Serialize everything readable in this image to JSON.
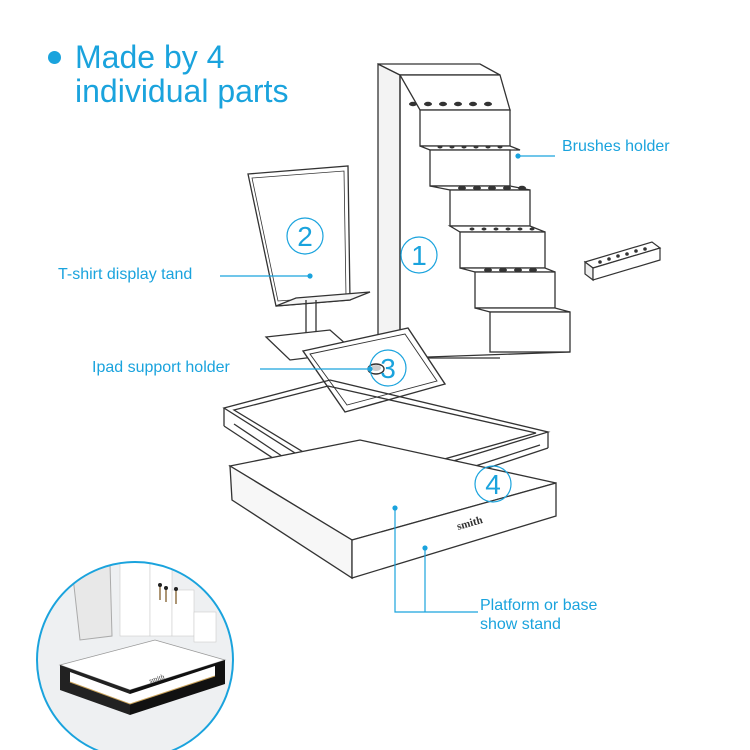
{
  "heading": {
    "line1": "Made by 4",
    "line2": "individual parts",
    "accent_color": "#1aa3dd"
  },
  "callouts": {
    "brushes_holder": "Brushes holder",
    "tshirt_stand": "T-shirt display tand",
    "ipad_holder": "Ipad support holder",
    "platform_line1": "Platform or base",
    "platform_line2": "show stand"
  },
  "part_numbers": {
    "part1": "1",
    "part2": "2",
    "part3": "3",
    "part4": "4"
  },
  "brand": {
    "logo_text": "smith"
  }
}
